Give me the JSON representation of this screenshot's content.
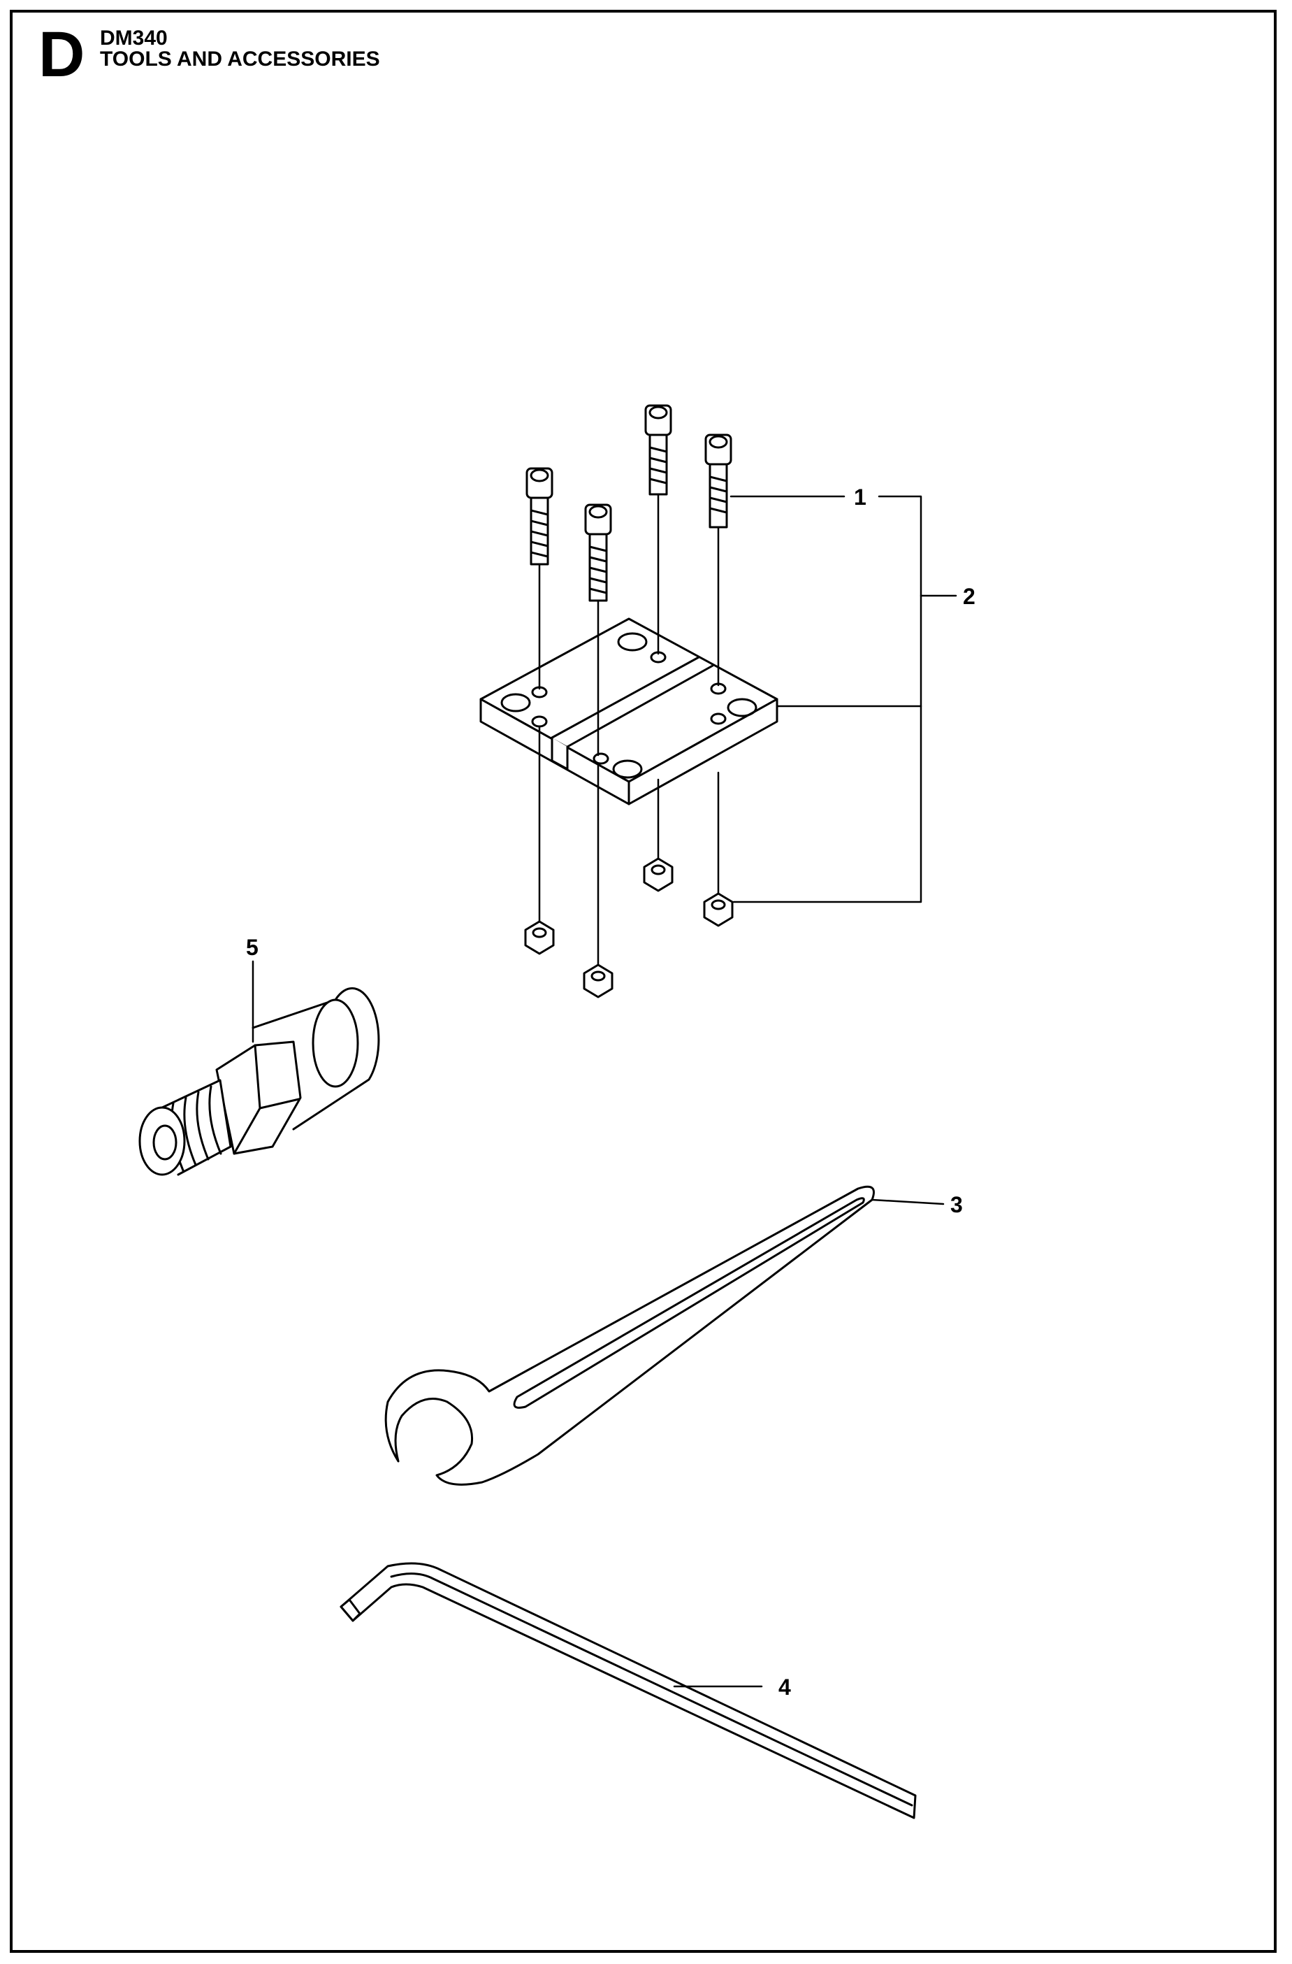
{
  "header": {
    "section": "D",
    "model": "DM340",
    "title": "TOOLS AND ACCESSORIES"
  },
  "callouts": {
    "c1": "1",
    "c2": "2",
    "c3": "3",
    "c4": "4",
    "c5": "5"
  }
}
